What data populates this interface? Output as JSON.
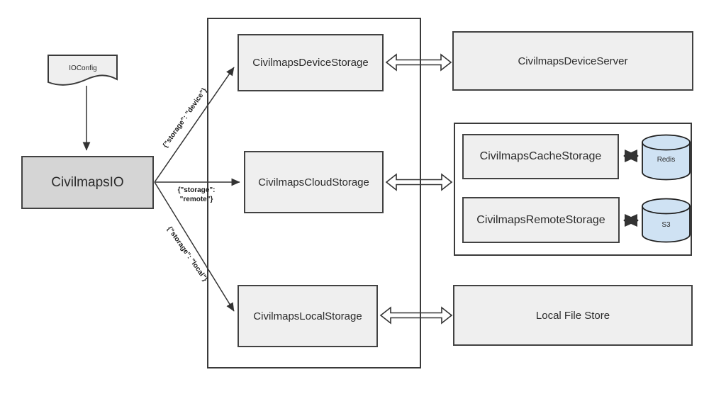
{
  "diagram": {
    "config_doc": {
      "label": "IOConfig"
    },
    "root": {
      "label": "CivilmapsIO"
    },
    "edges": {
      "device_label": "{\"storage\": \"device\"}",
      "remote_label_line1": "{\"storage\":",
      "remote_label_line2": "\"remote\"}",
      "local_label": "{\"storage\": \"local\"}"
    },
    "storages": {
      "device": {
        "label": "CivilmapsDeviceStorage"
      },
      "cloud": {
        "label": "CivilmapsCloudStorage"
      },
      "local": {
        "label": "CivilmapsLocalStorage"
      }
    },
    "targets": {
      "device_server": {
        "label": "CivilmapsDeviceServer"
      },
      "cache": {
        "label": "CivilmapsCacheStorage"
      },
      "cache_db": {
        "label": "Redis"
      },
      "remote": {
        "label": "CivilmapsRemoteStorage"
      },
      "remote_db": {
        "label": "S3"
      },
      "local_store": {
        "label": "Local File Store"
      }
    },
    "colors": {
      "box_fill": "#efefef",
      "root_fill": "#d5d5d5",
      "cylinder_fill": "#cfe2f3",
      "stroke": "#333333"
    }
  }
}
